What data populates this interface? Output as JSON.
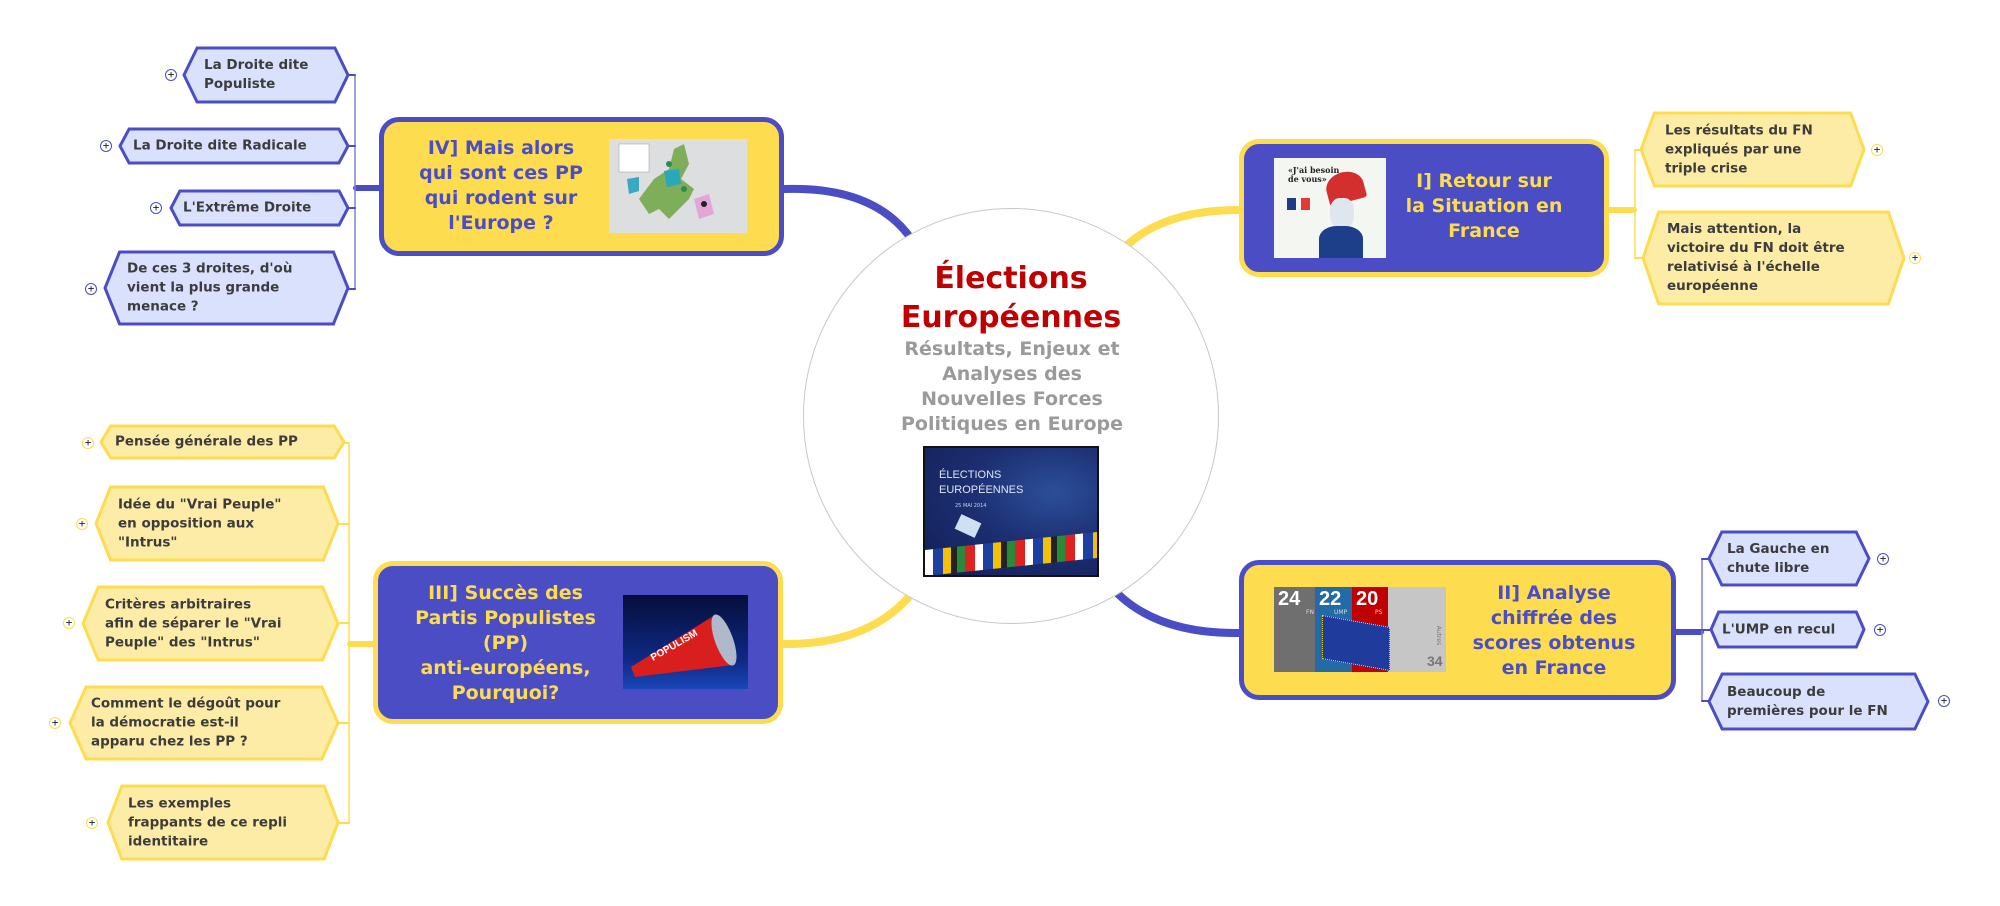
{
  "colors": {
    "blue": "#4b4dc4",
    "yellow": "#fddc50",
    "light_blue": "#d9e1fd",
    "light_yellow": "#fdeca6",
    "title_red": "#c00000"
  },
  "center": {
    "title": [
      "Élections",
      "Européennes"
    ],
    "subtitle": [
      "Résultats, Enjeux et",
      "Analyses des",
      "Nouvelles Forces",
      "Politiques en Europe"
    ],
    "image": {
      "line1": "ÉLECTIONS",
      "line2": "EUROPÉENNES",
      "date": "25 MAI 2014"
    }
  },
  "branches": {
    "I": {
      "title": [
        "I] Retour sur",
        "la Situation en",
        "France"
      ],
      "image": {
        "quote": [
          "«J'ai besoin",
          "de vous»"
        ]
      },
      "children": [
        {
          "lines": [
            "Les résultats du FN",
            "expliqués par une",
            "triple crise"
          ]
        },
        {
          "lines": [
            "Mais attention, la",
            "victoire du FN doit être",
            "relativisé à l'échelle",
            "européenne"
          ]
        }
      ]
    },
    "II": {
      "title": [
        "II] Analyse",
        "chiffrée des",
        "scores obtenus",
        "en France"
      ],
      "image": {
        "scores": [
          {
            "value": "24",
            "party": "FN"
          },
          {
            "value": "22",
            "party": "UMP"
          },
          {
            "value": "20",
            "party": "PS"
          },
          {
            "value": "34",
            "party": "Autres"
          }
        ]
      },
      "children": [
        {
          "lines": [
            "La Gauche en",
            "chute libre"
          ]
        },
        {
          "lines": [
            "L'UMP en recul"
          ]
        },
        {
          "lines": [
            "Beaucoup de",
            "premières pour le FN"
          ]
        }
      ]
    },
    "III": {
      "title": [
        "III] Succès des",
        "Partis Populistes",
        "(PP)",
        "anti-européens,",
        "Pourquoi?"
      ],
      "image": {
        "word": "POPULISM"
      },
      "children": [
        {
          "lines": [
            "Pensée générale des PP"
          ]
        },
        {
          "lines": [
            "Idée du \"Vrai Peuple\"",
            "en opposition aux",
            "\"Intrus\""
          ]
        },
        {
          "lines": [
            "Critères arbitraires",
            "afin de séparer le \"Vrai",
            "Peuple\" des \"Intrus\""
          ]
        },
        {
          "lines": [
            "Comment le dégoût pour",
            "la démocratie est-il",
            "apparu chez les PP ?"
          ]
        },
        {
          "lines": [
            "Les exemples",
            "frappants de ce repli",
            "identitaire"
          ]
        }
      ]
    },
    "IV": {
      "title": [
        "IV] Mais alors",
        "qui sont ces PP",
        "qui rodent sur",
        "l'Europe ?"
      ],
      "children": [
        {
          "lines": [
            "La Droite dite",
            "Populiste"
          ]
        },
        {
          "lines": [
            "La Droite dite Radicale"
          ]
        },
        {
          "lines": [
            "L'Extrême Droite"
          ]
        },
        {
          "lines": [
            "De ces 3 droites, d'où",
            "vient la plus grande",
            "menace ?"
          ]
        }
      ]
    }
  },
  "expand_symbol": "+"
}
